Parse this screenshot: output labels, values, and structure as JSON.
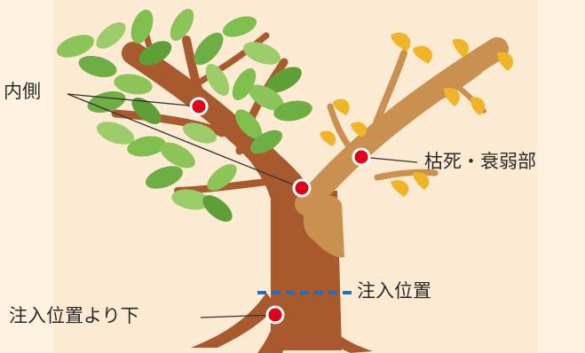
{
  "labels": {
    "inner": "内側",
    "dead": "枯死・衰弱部",
    "injection_position": "注入位置",
    "below_injection": "注入位置より下"
  },
  "colors": {
    "background": "#fdf1df",
    "healthy_leaf": "#7fbf4d",
    "dead_leaf": "#f0b428",
    "trunk": "#a85a2e",
    "dead_bark": "#c9904f",
    "marker": "#e0001b",
    "injection_line": "#1f6fc4"
  }
}
